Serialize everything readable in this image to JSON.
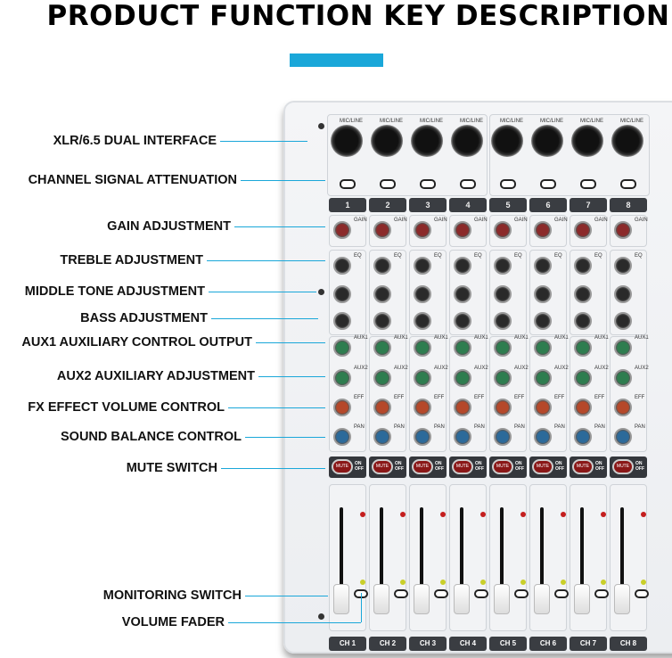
{
  "title": "PRODUCT FUNCTION KEY DESCRIPTION",
  "accent": "#1aa7d9",
  "labels": [
    "XLR/6.5 DUAL INTERFACE",
    "CHANNEL SIGNAL ATTENUATION",
    "GAIN ADJUSTMENT",
    "TREBLE ADJUSTMENT",
    "MIDDLE TONE ADJUSTMENT",
    "BASS ADJUSTMENT",
    "AUX1 AUXILIARY CONTROL OUTPUT",
    "AUX2 AUXILIARY ADJUSTMENT",
    "FX EFFECT VOLUME CONTROL",
    "SOUND BALANCE CONTROL",
    "MUTE SWITCH",
    "MONITORING SWITCH",
    "VOLUME FADER"
  ],
  "mixer": {
    "jack_label": "MIC/LINE",
    "channel_numbers": [
      "1",
      "2",
      "3",
      "4",
      "5",
      "6",
      "7",
      "8"
    ],
    "channel_labels": [
      "CH 1",
      "CH 2",
      "CH 3",
      "CH 4",
      "CH 5",
      "CH 6",
      "CH 7",
      "CH 8"
    ],
    "section_labels": {
      "gain": "GAIN",
      "eq": "EQ",
      "aux1": "AUX1",
      "aux2": "AUX2",
      "eff": "EFF",
      "pan": "PAN"
    },
    "mute": "MUTE",
    "on": "ON",
    "off": "OFF",
    "knob_colors": {
      "gain": "#8b2a2a",
      "eq": "#2a2a2a",
      "aux": "#2e7d4f",
      "eff": "#b5482a",
      "pan": "#2c6a9a"
    }
  }
}
